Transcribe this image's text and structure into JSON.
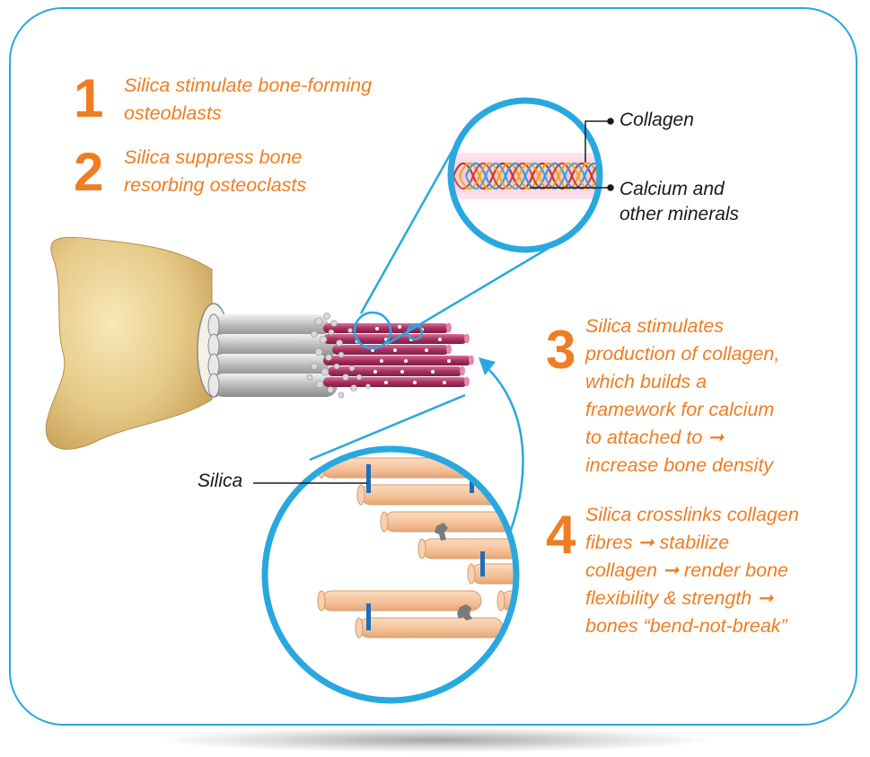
{
  "steps": [
    {
      "number": "1",
      "text": "Silica stimulate bone-forming\nosteoblasts"
    },
    {
      "number": "2",
      "text": "Silica suppress bone\nresorbing osteoclasts"
    },
    {
      "number": "3",
      "text": "Silica stimulates\nproduction of collagen,\nwhich builds a\nframework for calcium\nto attached to ➞\nincrease bone density"
    },
    {
      "number": "4",
      "text": "Silica crosslinks collagen\nfibres ➞ stabilize\ncollagen ➞ render bone\nflexibility & strength ➞\nbones “bend-not-break”"
    }
  ],
  "labels": {
    "collagen": "Collagen",
    "calcium": "Calcium and\nother minerals",
    "silica": "Silica"
  },
  "colors": {
    "frame": "#29a8e0",
    "accent_text": "#ef7d22",
    "bone": "#e9cf8f",
    "collagen_fiber": "#f6c9a4",
    "crosslink": "#1d6fb8",
    "mineral_fiber": "#b03a6a"
  }
}
